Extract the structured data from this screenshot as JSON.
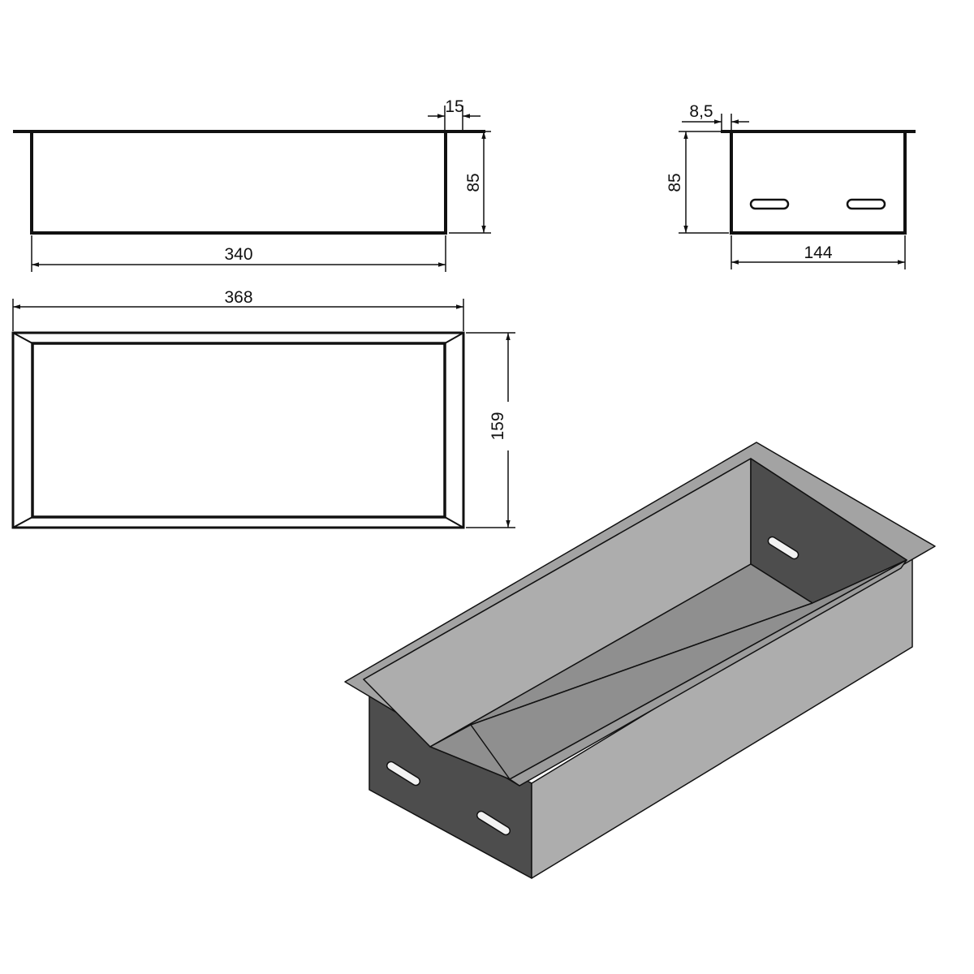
{
  "drawing": {
    "views": {
      "front": {
        "dimensions": {
          "width": "340",
          "height": "85",
          "flange": "15"
        }
      },
      "side": {
        "dimensions": {
          "width": "144",
          "height": "85",
          "flange": "8,5"
        },
        "slots": 2
      },
      "top": {
        "dimensions": {
          "width": "368",
          "depth": "159"
        }
      },
      "isometric": {
        "slots_visible": 3
      }
    },
    "colors": {
      "line": "#111111",
      "face_light": "#adadad",
      "face_mid": "#8f8f8f",
      "face_dark": "#4d4d4d",
      "flange": "#a0a0a0"
    }
  }
}
